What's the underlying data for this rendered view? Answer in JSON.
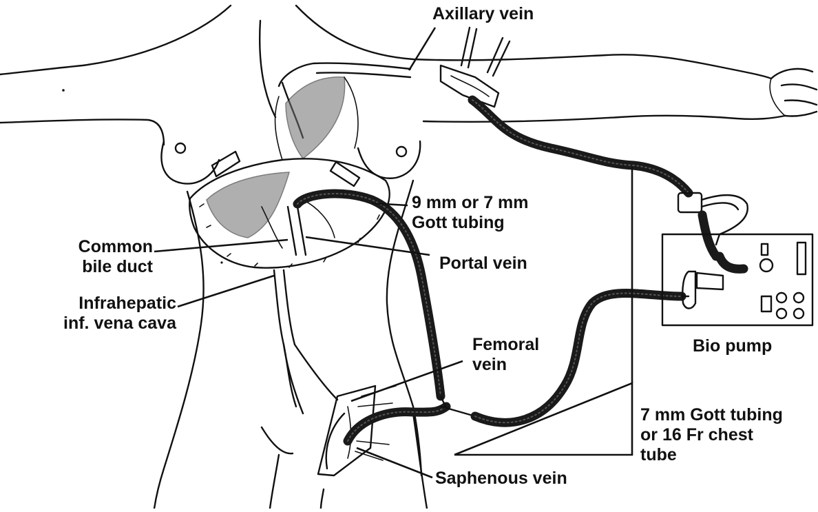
{
  "labels": {
    "axillary_vein": "Axillary vein",
    "gott_tubing": [
      "9 mm or 7 mm",
      "Gott tubing"
    ],
    "common_bile_duct": [
      "Common",
      "bile duct"
    ],
    "portal_vein": "Portal vein",
    "infrahepatic": [
      "Infrahepatic",
      "inf. vena cava"
    ],
    "femoral_vein": [
      "Femoral",
      "vein"
    ],
    "bio_pump": "Bio pump",
    "chest_tube": [
      "7 mm Gott tubing",
      "or 16 Fr chest",
      "tube"
    ],
    "saphenous_vein": "Saphenous vein"
  },
  "colors": {
    "ink": "#111111",
    "tubing": "#1a1a1a",
    "shading": "#6e6e6e",
    "background": "#ffffff"
  }
}
